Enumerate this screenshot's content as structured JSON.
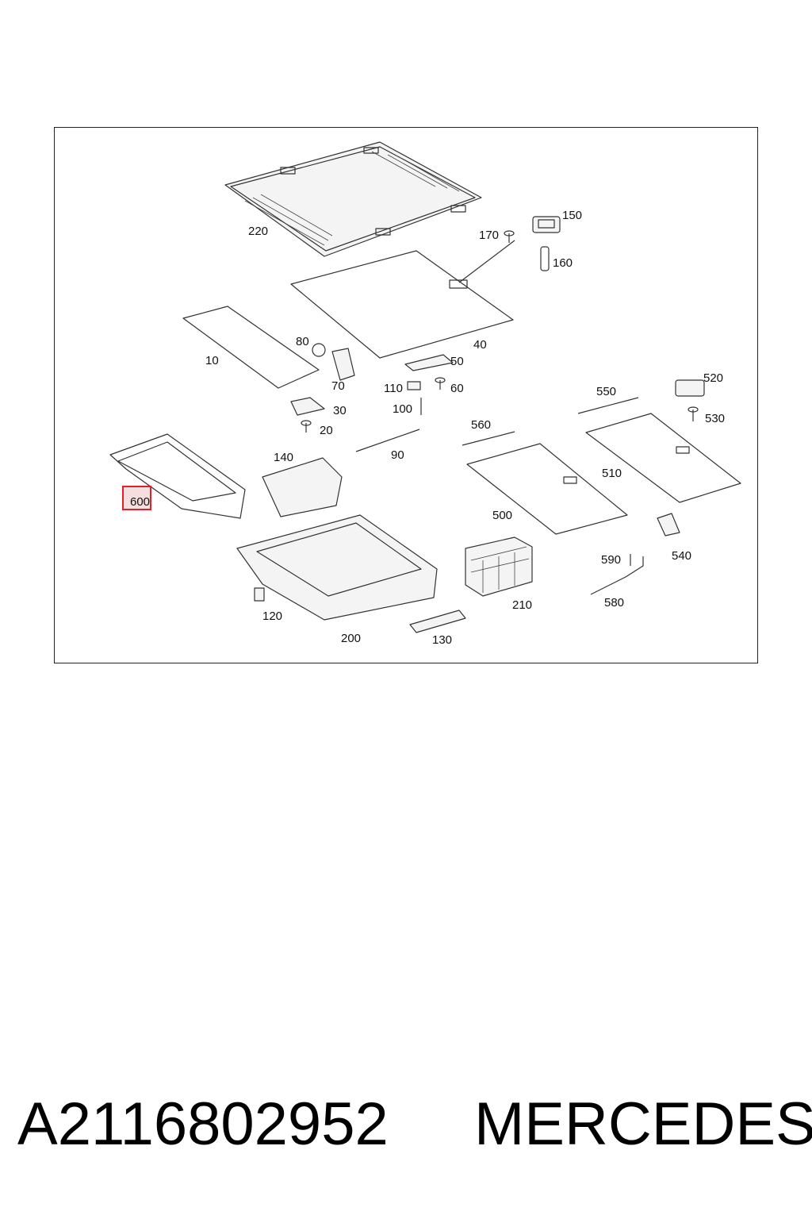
{
  "diagram": {
    "callouts": [
      {
        "id": "220",
        "label": "220"
      },
      {
        "id": "170",
        "label": "170"
      },
      {
        "id": "150",
        "label": "150"
      },
      {
        "id": "160",
        "label": "160"
      },
      {
        "id": "40",
        "label": "40"
      },
      {
        "id": "10",
        "label": "10"
      },
      {
        "id": "80",
        "label": "80"
      },
      {
        "id": "70",
        "label": "70"
      },
      {
        "id": "50",
        "label": "50"
      },
      {
        "id": "110",
        "label": "110"
      },
      {
        "id": "60",
        "label": "60"
      },
      {
        "id": "30",
        "label": "30"
      },
      {
        "id": "20",
        "label": "20"
      },
      {
        "id": "100",
        "label": "100"
      },
      {
        "id": "550",
        "label": "550"
      },
      {
        "id": "520",
        "label": "520"
      },
      {
        "id": "530",
        "label": "530"
      },
      {
        "id": "560",
        "label": "560"
      },
      {
        "id": "140",
        "label": "140"
      },
      {
        "id": "90",
        "label": "90"
      },
      {
        "id": "510",
        "label": "510"
      },
      {
        "id": "600",
        "label": "600",
        "highlighted": true
      },
      {
        "id": "500",
        "label": "500"
      },
      {
        "id": "540",
        "label": "540"
      },
      {
        "id": "590",
        "label": "590"
      },
      {
        "id": "120",
        "label": "120"
      },
      {
        "id": "210",
        "label": "210"
      },
      {
        "id": "580",
        "label": "580"
      },
      {
        "id": "200",
        "label": "200"
      },
      {
        "id": "130",
        "label": "130"
      }
    ],
    "highlight_color": "#e0202a",
    "highlight_fill": "#f6dede"
  },
  "footer": {
    "part_number": "A2116802952",
    "brand": "MERCEDES"
  }
}
